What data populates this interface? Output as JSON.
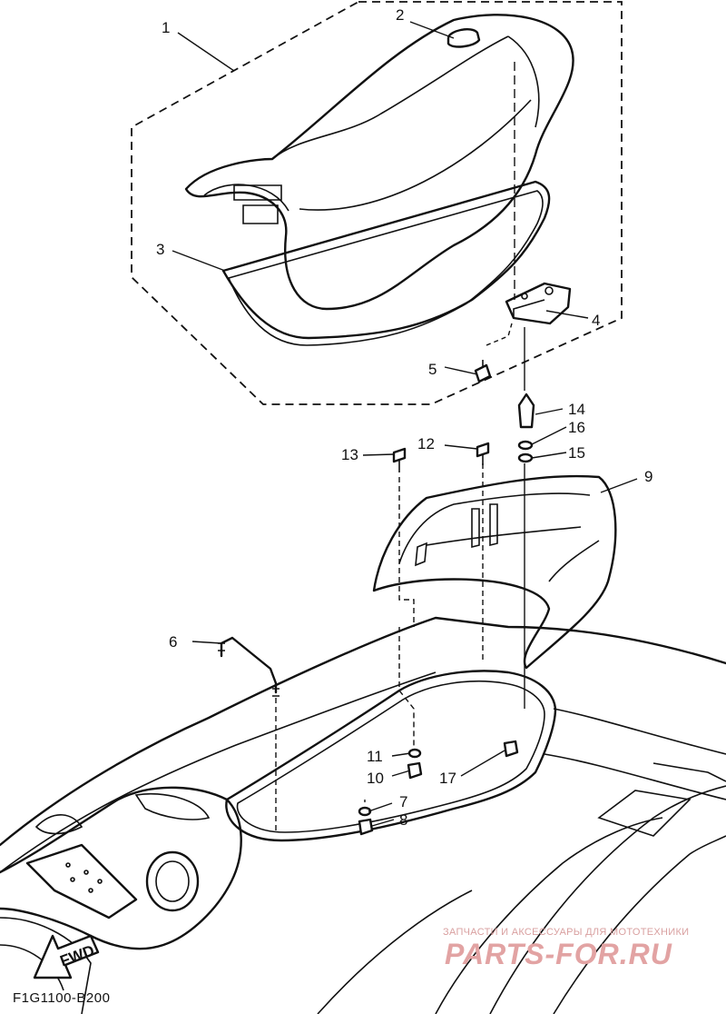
{
  "diagram": {
    "figure_code": "F1G1100-B200",
    "direction_label": "FWD",
    "watermark": {
      "line1": "ЗАПЧАСТИ И АКСЕССУАРЫ ДЛЯ МОТОТЕХНИКИ",
      "line2": "PARTS-FOR.RU"
    },
    "callouts": [
      "1",
      "2",
      "3",
      "4",
      "5",
      "6",
      "7",
      "8",
      "9",
      "10",
      "11",
      "12",
      "13",
      "14",
      "15",
      "16",
      "17"
    ]
  }
}
